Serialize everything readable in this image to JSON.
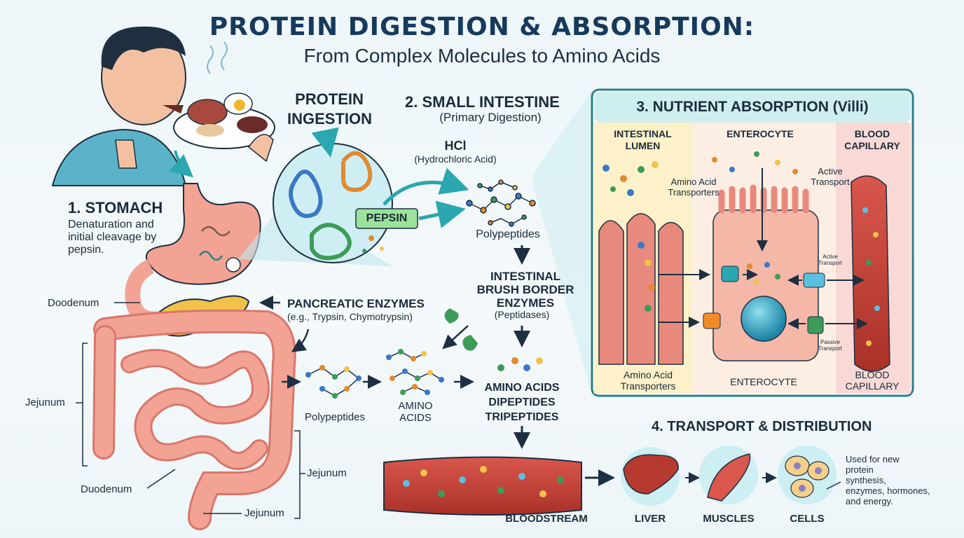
{
  "title": "PROTEIN DIGESTION & ABSORPTION:",
  "subtitle": "From Complex Molecules to Amino Acids",
  "ingestion": {
    "line1": "PROTEIN",
    "line2": "INGESTION"
  },
  "stomach": {
    "heading": "1. STOMACH",
    "desc_l1": "Denaturation and",
    "desc_l2": "initial cleavage by",
    "desc_l3": "pepsin."
  },
  "hcl": {
    "label": "HCl",
    "sub": "(Hydrochloric Acid)"
  },
  "pepsin": {
    "label": "PEPSIN"
  },
  "small_intestine": {
    "heading": "2. SMALL INTESTINE",
    "sub": "(Primary Digestion)"
  },
  "polypeptides_top": "Polypeptides",
  "brush_border": {
    "l1": "INTESTINAL",
    "l2": "BRUSH BORDER",
    "l3": "ENZYMES",
    "sub": "(Peptidases)"
  },
  "pancreatic": {
    "l1": "PANCREATIC ENZYMES",
    "l2": "(e.g., Trypsin, Chymotrypsin)"
  },
  "polypeptides_bottom": "Polypeptides",
  "amino_acids": {
    "l1": "AMINO",
    "l2": "ACIDS"
  },
  "products": {
    "l1": "AMINO ACIDS",
    "l2": "DIPEPTIDES",
    "l3": "TRIPEPTIDES"
  },
  "anatomy": {
    "duodenum_top": "Doodenum",
    "jejunum_left": "Jejunum",
    "jejunum_right": "Jejunum",
    "duodenum_bottom": "Duodenum",
    "jejunum_bottom": "Jejunum"
  },
  "absorption": {
    "heading": "3. NUTRIENT ABSORPTION (Villi)",
    "lumen_l1": "INTESTINAL",
    "lumen_l2": "LUMEN",
    "enterocyte_top": "ENTEROCYTE",
    "blood_l1": "BLOOD",
    "blood_l2": "CAPILLARY",
    "aa_transporters_top_l1": "Amino Acid",
    "aa_transporters_top_l2": "Transporters",
    "active_l1": "Active",
    "active_l2": "Transport",
    "active_small_l1": "Active",
    "active_small_l2": "Transport",
    "passive_small_l1": "Passive",
    "passive_small_l2": "Transport",
    "aa_transporters_bottom_l1": "Amino Acid",
    "aa_transporters_bottom_l2": "Transporters",
    "enterocyte_bottom": "ENTEROCYTE",
    "blood_bottom_l1": "BLOOD",
    "blood_bottom_l2": "CAPILLARY"
  },
  "transport": {
    "heading": "4. TRANSPORT & DISTRIBUTION",
    "bloodstream": "BLOODSTREAM",
    "liver": "LIVER",
    "muscles": "MUSCLES",
    "cells": "CELLS",
    "used_l1": "Used for new",
    "used_l2": "protein",
    "used_l3": "synthesis,",
    "used_l4": "enzymes, hormones,",
    "used_l5": "and energy."
  },
  "colors": {
    "title": "#163a5c",
    "pepsin_bg": "#9be39a",
    "intestine": "#f2a394",
    "blood": "#c8453d",
    "panel_border": "#2b7f86",
    "teal_arrow": "#2aa7b0"
  }
}
